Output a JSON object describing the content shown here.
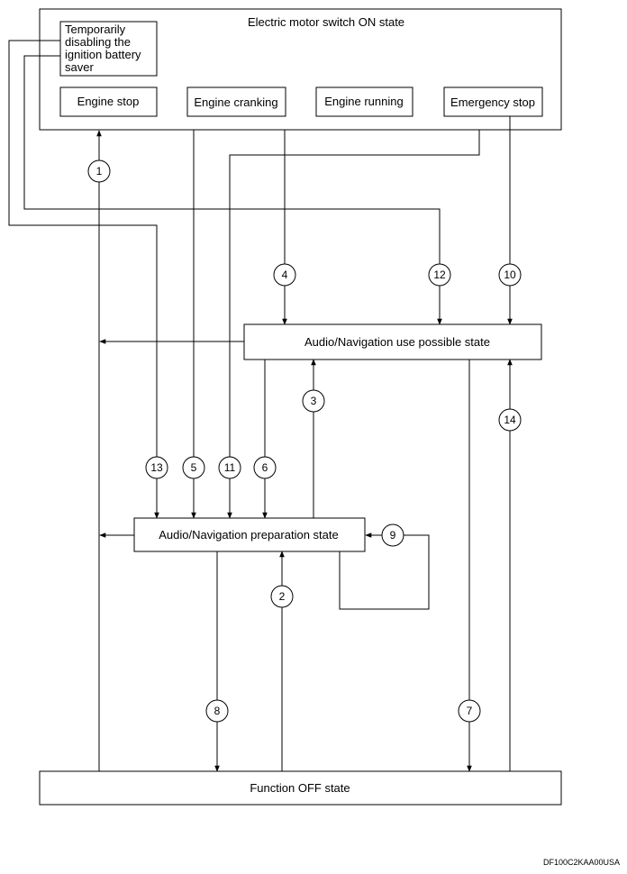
{
  "colors": {
    "line": "#000000",
    "background": "#ffffff"
  },
  "states": {
    "on_state": "Electric motor switch ON state",
    "temp_disable_1": "Temporarily",
    "temp_disable_2": "disabling the",
    "temp_disable_3": "ignition battery",
    "temp_disable_4": "saver",
    "engine_stop": "Engine stop",
    "engine_cranking": "Engine cranking",
    "engine_running": "Engine running",
    "emergency_stop": "Emergency stop",
    "use_possible": "Audio/Navigation use possible state",
    "preparation": "Audio/Navigation preparation state",
    "function_off": "Function OFF state"
  },
  "transitions": {
    "t1": "1",
    "t2": "2",
    "t3": "3",
    "t4": "4",
    "t5": "5",
    "t6": "6",
    "t7": "7",
    "t8": "8",
    "t9": "9",
    "t10": "10",
    "t11": "11",
    "t12": "12",
    "t13": "13",
    "t14": "14"
  },
  "footer": {
    "code": "DF100C2KAA00USA"
  }
}
